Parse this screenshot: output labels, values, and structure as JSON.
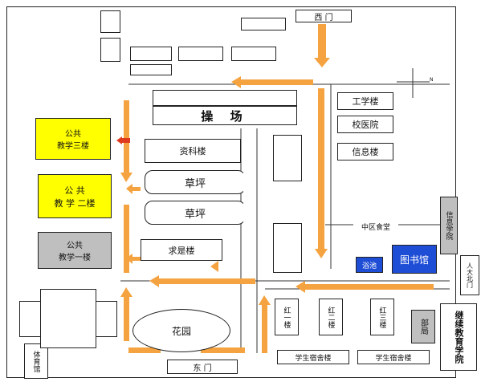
{
  "map": {
    "gates": {
      "west": "西 门",
      "east": "东 门",
      "north_renmin": "人大北门"
    },
    "buildings": {
      "top_small_1": "",
      "top_small_2": "",
      "top_row_1": "",
      "top_row_2": "",
      "top_row_3": "",
      "top_row_4": "",
      "top_small_right": "",
      "top_tiny_left": "",
      "library_hall": "",
      "playground": "操 场",
      "engineering": "工学楼",
      "admin": "校医院",
      "information": "信息楼",
      "public_teaching_3": "公共\n教学三楼",
      "public_teaching_2": "公 共\n教 学 二楼",
      "public_teaching_1": "公共\n教学一楼",
      "zike": "资科楼",
      "lawn_1": "草坪",
      "lawn_2": "草坪",
      "qiushi": "求是楼",
      "middle_v_1": "",
      "middle_v_2": "",
      "middle_v_3": "",
      "middle_canteen": "中区食堂",
      "bath": "浴池",
      "library": "图书馆",
      "info_college": "信息学院",
      "hong_1": "红一楼",
      "hong_2": "红二楼",
      "hong_3": "红三楼",
      "garden": "花园",
      "gym": "体育馆",
      "dorm_1": "学生宿舍楼",
      "dorm_2": "学生宿舍楼",
      "dept": "部局",
      "continuing_edu": "继续教育学院"
    },
    "compass": {
      "north_marker": "N"
    },
    "colors": {
      "arrow": "#f4a340",
      "highlight": "#ffff00",
      "gray_building": "#bfbfbf",
      "library_blue": "#1f4ed6",
      "red_arrow": "#e03a1e"
    }
  }
}
